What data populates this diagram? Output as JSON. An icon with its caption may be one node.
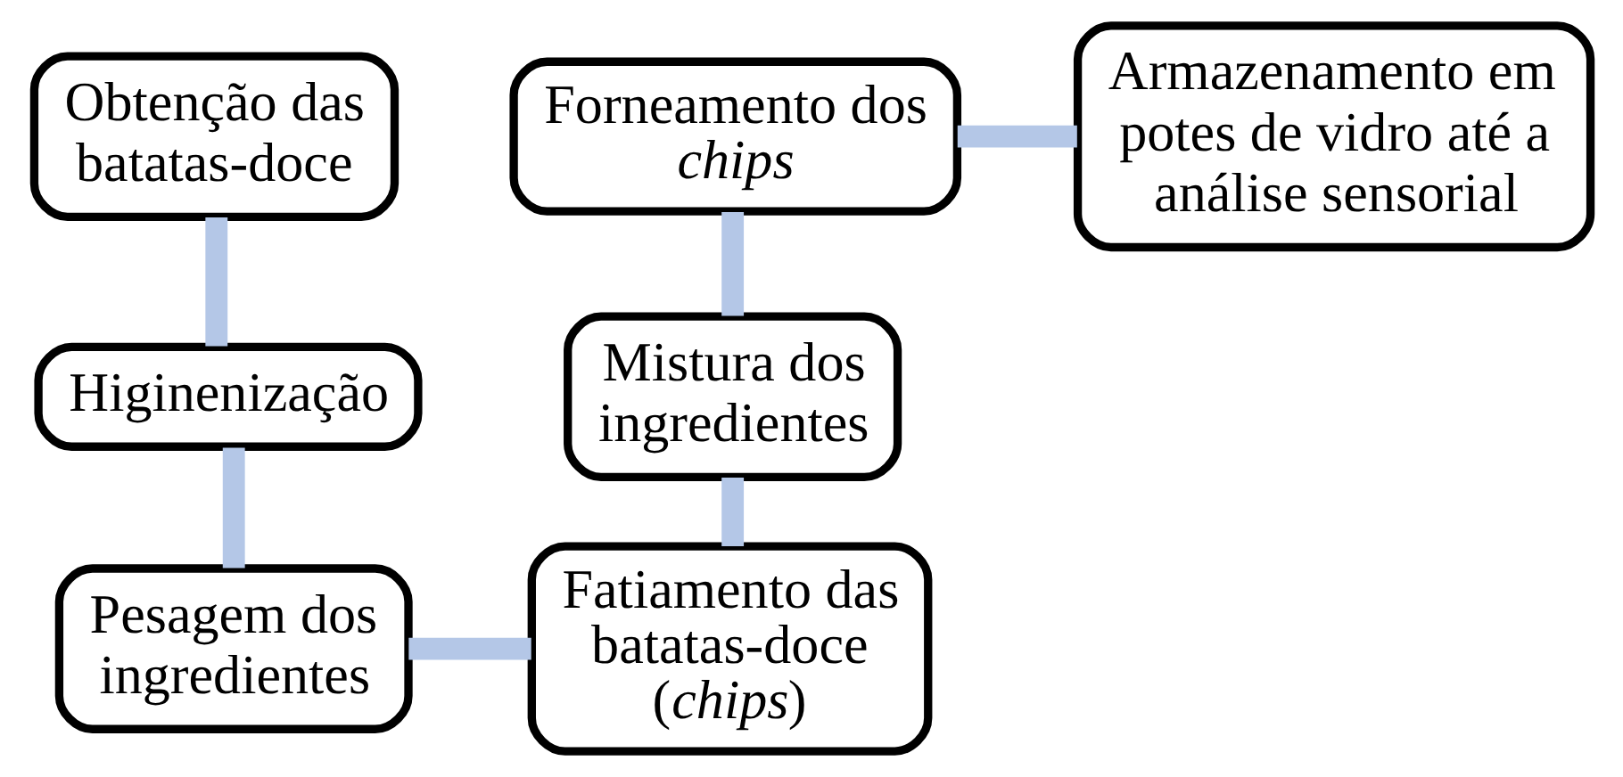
{
  "diagram": {
    "nodes": [
      {
        "text": [
          "Obtenção das batatas-doce"
        ]
      },
      {
        "text": [
          "Higinenização"
        ]
      },
      {
        "text": [
          "Pesagem dos ingredientes"
        ]
      },
      {
        "text": [
          "Fatiamento das batatas-doce (*chips*)"
        ]
      },
      {
        "text": [
          "Mistura dos ingredientes"
        ]
      },
      {
        "text": [
          "Forneamento dos *chips*"
        ]
      },
      {
        "text": [
          "Armazenamento em potes de vidro até a análise sensorial"
        ]
      }
    ],
    "edges": [
      {
        "from": 0,
        "to": 1,
        "arrow": "none"
      },
      {
        "from": 1,
        "to": 2,
        "arrow": "none"
      },
      {
        "from": 2,
        "to": 3,
        "arrow": "none"
      },
      {
        "from": 3,
        "to": 4,
        "arrow": "none"
      },
      {
        "from": 4,
        "to": 5,
        "arrow": "none"
      },
      {
        "from": 5,
        "to": 6,
        "arrow": "none"
      }
    ]
  }
}
